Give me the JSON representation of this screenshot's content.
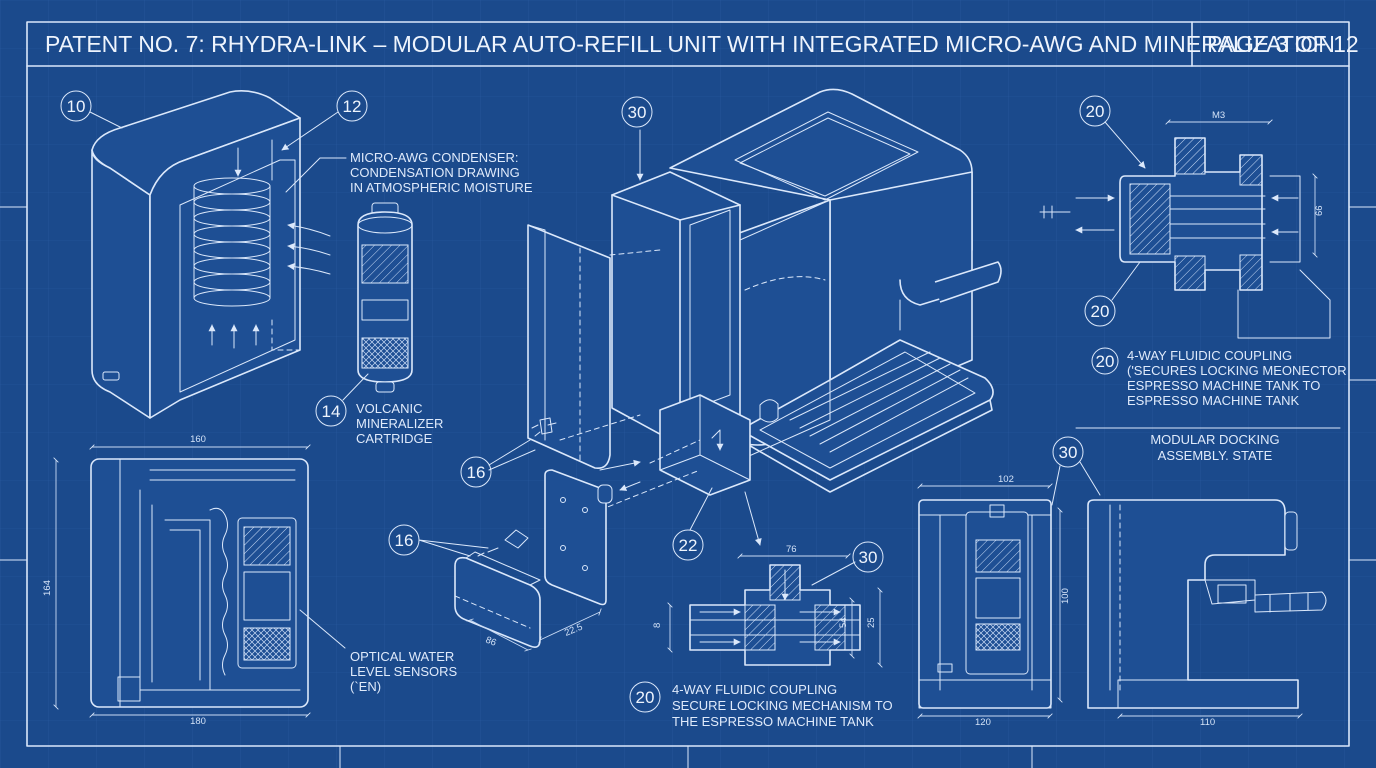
{
  "header": {
    "title": "PATENT NO. 7: RHYDRA-LINK – MODULAR AUTO-REFILL UNIT WITH INTEGRATED MICRO-AWG AND MINERALIZATION",
    "page": "PAGE 3 OF 12"
  },
  "callouts": {
    "c10": "10",
    "c12": "12",
    "c14": "14",
    "c16a": "16",
    "c16b": "16",
    "c20a": "20",
    "c20b": "20",
    "c20c": "20",
    "c20d": "20",
    "c22": "22",
    "c30a": "30",
    "c30b": "30",
    "c30c": "30"
  },
  "notes": {
    "awg": [
      "MICRO-AWG CONDENSER:",
      "CONDENSATION DRAWING",
      "IN ATMOSPHERIC MOISTURE"
    ],
    "mineralizer": [
      "VOLCANIC",
      "MINERALIZER",
      "CARTRIDGE"
    ],
    "coupling_right": [
      "4-WAY FLUIDIC COUPLING",
      "('SECURES LOCKING MEONECTOR",
      "ESPRESSO MACHINE  TANK TO",
      "ESPRESSO MACHINE TANK"
    ],
    "docking": [
      "MODULAR DOCKING",
      "ASSEMBLY. STATE"
    ],
    "sensors": [
      "OPTICAL WATER",
      "LEVEL SENSORS",
      "(`EN)"
    ],
    "coupling_bottom": [
      "4-WAY FLUIDIC COUPLING",
      "SECURE LOCKING MECHANISM TO",
      "THE  ESPRESSO MACHINE TANK"
    ]
  },
  "dimensions": {
    "m3": "M3",
    "d66": "66",
    "d160": "160",
    "d180": "180",
    "d164": "164",
    "d76": "76",
    "d8": "8",
    "d25": "25",
    "d54": "54",
    "d86": "86",
    "d225": "22.5",
    "d102": "102",
    "d100": "100",
    "d120": "120",
    "d110": "110"
  }
}
